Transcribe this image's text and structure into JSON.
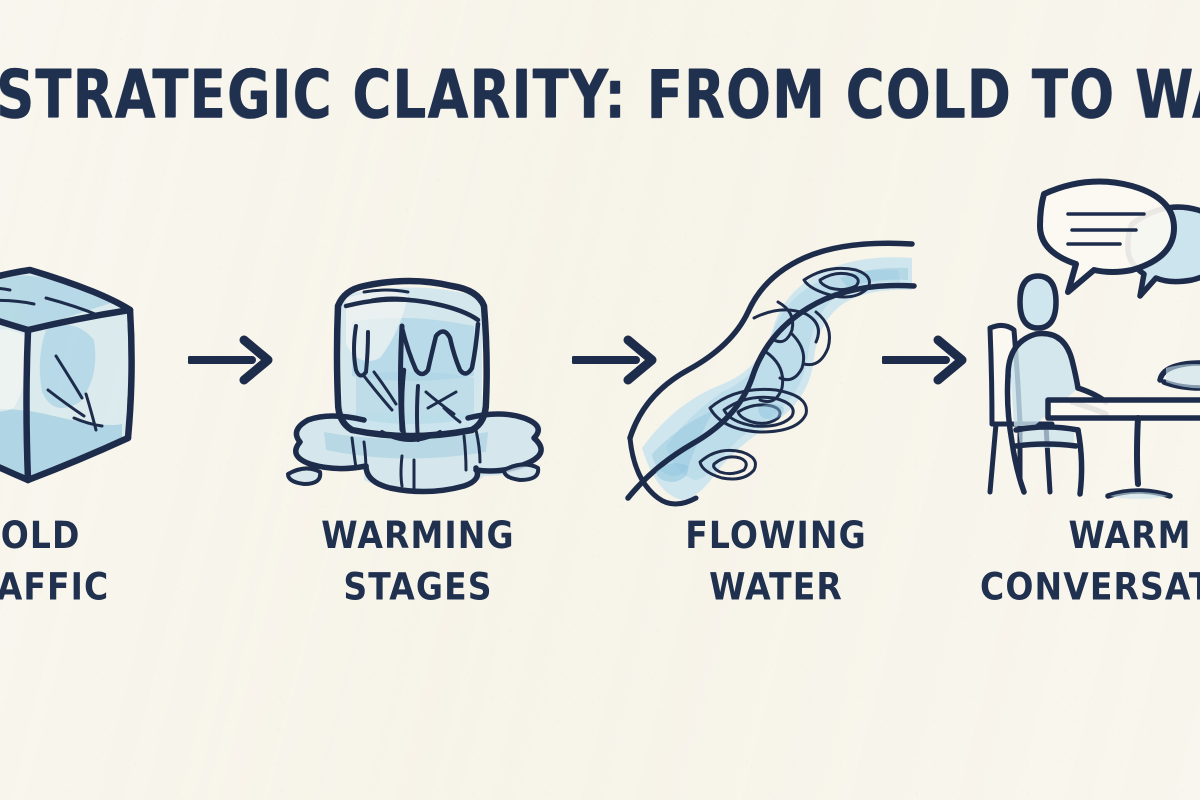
{
  "meta": {
    "background_color": "#f7f4ea",
    "ink_color": "#1e2c4c",
    "text_color": "#20304f",
    "wash_light": "#c9e3ee",
    "wash_mid": "#a9d3e6",
    "wash_dark": "#8cc3dd"
  },
  "title": "STRATEGIC CLARITY: FROM COLD TO WARM",
  "stages": [
    {
      "id": "cold-traffic",
      "label": "COLD\nTRAFFIC",
      "icon": "ice-cube-icon"
    },
    {
      "id": "warming-stages",
      "label": "WARMING\nSTAGES",
      "icon": "melting-ice-cube-icon"
    },
    {
      "id": "flowing-water",
      "label": "FLOWING\nWATER",
      "icon": "flowing-river-icon"
    },
    {
      "id": "warm-conversations",
      "label": "WARM\nCONVERSATIONS",
      "icon": "two-people-conversation-icon"
    }
  ],
  "arrows": [
    {
      "id": "arrow-cold-to-warming",
      "icon": "arrow-right-icon"
    },
    {
      "id": "arrow-warming-to-flowing",
      "icon": "arrow-right-icon"
    },
    {
      "id": "arrow-flowing-to-conversation",
      "icon": "arrow-right-icon"
    }
  ]
}
